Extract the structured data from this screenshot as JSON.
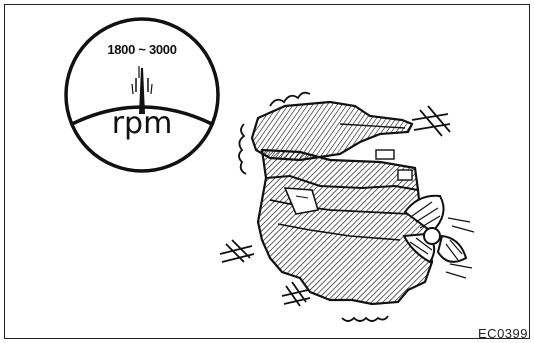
{
  "gauge": {
    "range_label": "1800 ~ 3000",
    "unit_label": "rpm"
  },
  "figure": {
    "reference_code": "EC0399"
  },
  "colors": {
    "ink": "#111111",
    "paper": "#ffffff"
  }
}
